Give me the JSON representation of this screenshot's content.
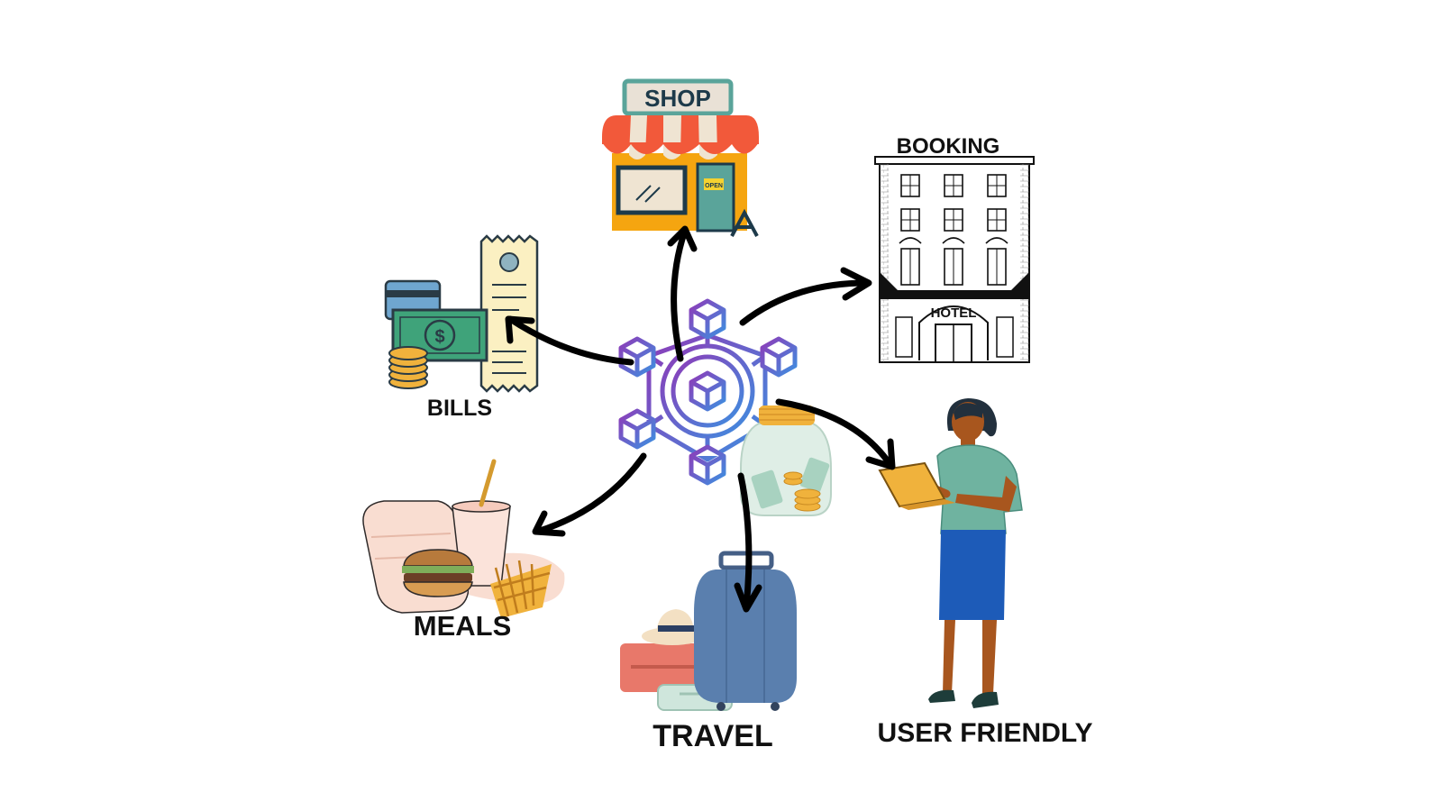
{
  "labels": {
    "shop": "SHOP",
    "booking": "BOOKING",
    "hotel": "HOTEL",
    "open": "OPEN",
    "bills": "BILLS",
    "meals": "MEALS",
    "travel": "TRAVEL",
    "user_friendly": "USER FRIENDLY"
  },
  "icons": {
    "hub": "blockchain-hub-icon",
    "shop": "shop-storefront-icon",
    "hotel": "hotel-building-icon",
    "bills": "bills-money-receipt-icon",
    "meals": "fast-food-meal-icon",
    "travel": "luggage-travel-icon",
    "savings": "savings-jar-icon",
    "user": "woman-with-laptop-icon"
  },
  "colors": {
    "hub_gradient_start": "#8e3bb8",
    "hub_gradient_end": "#3d8fe0",
    "arrow": "#000000",
    "shop_awning": "#f2593a",
    "shop_wall": "#f5a510",
    "shop_door": "#5aa49a",
    "money_green": "#3fa37a",
    "receipt": "#fbf0c2",
    "coin": "#f0b23c",
    "suitcase": "#5a7fae",
    "skirt": "#1d5bb8",
    "shirt": "#6fb3a0"
  }
}
